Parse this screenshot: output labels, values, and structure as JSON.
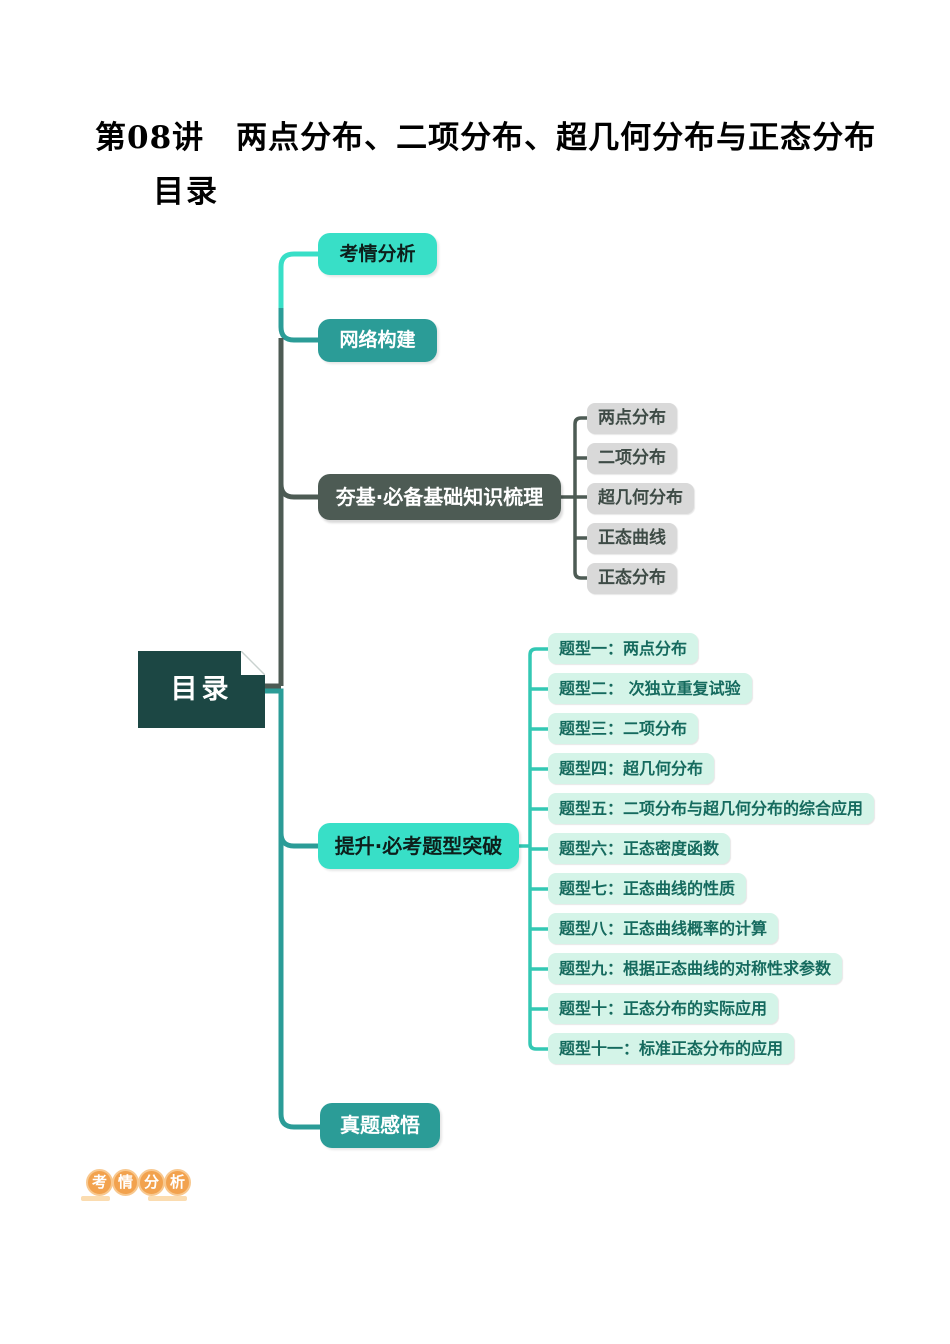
{
  "page": {
    "title": "第08讲　两点分布、二项分布、超几何分布与正态分布",
    "toc_heading": "目录"
  },
  "mindmap": {
    "root_label": "目录",
    "branches": [
      {
        "label": "考情分析"
      },
      {
        "label": "网络构建"
      },
      {
        "label": "夯基·必备基础知识梳理",
        "children": [
          "两点分布",
          "二项分布",
          "超几何分布",
          "正态曲线",
          "正态分布"
        ]
      },
      {
        "label": "提升·必考题型突破",
        "children": [
          "题型一：两点分布",
          "题型二： 次独立重复试验",
          "题型三：二项分布",
          "题型四：超几何分布",
          "题型五：二项分布与超几何分布的综合应用",
          "题型六：正态密度函数",
          "题型七：正态曲线的性质",
          "题型八：正态曲线概率的计算",
          "题型九：根据正态曲线的对称性求参数",
          "题型十：正态分布的实际应用",
          "题型十一：标准正态分布的应用"
        ]
      },
      {
        "label": "真题感悟"
      }
    ]
  },
  "footer_badge": {
    "characters": [
      "考",
      "情",
      "分",
      "析"
    ]
  },
  "colors": {
    "turquoise": "#38DFC7",
    "teal": "#2B9C97",
    "dark_slate": "#4D5B54",
    "dark_teal": "#1C4744",
    "mint_bg": "#D4F4E8",
    "mint_text": "#156A5E",
    "gray_bg": "#D9D9D9",
    "gray_text": "#3E4B46",
    "branch_line": "#33C8B4",
    "badge_orange": "#F2A24E"
  }
}
